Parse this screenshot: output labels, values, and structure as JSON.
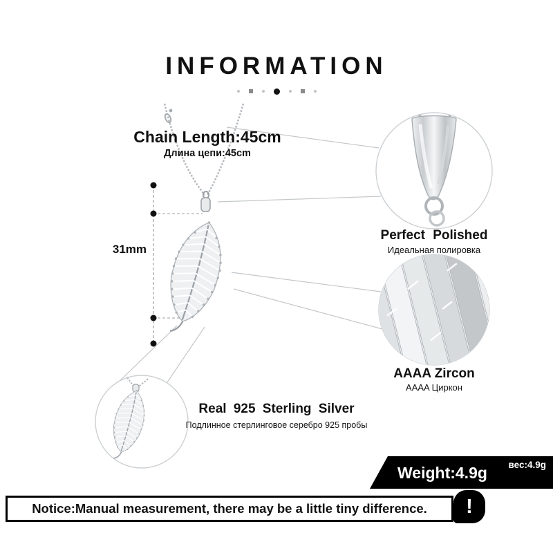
{
  "page": {
    "title": "INFORMATION"
  },
  "measurements": {
    "chain_length_en": "Chain Length:45cm",
    "chain_length_ru": "Длина цепи:45cm",
    "pendant_height": "31mm"
  },
  "features": {
    "polished_en": "Perfect Polished",
    "polished_ru": "Идеальная полировка",
    "zircon_en": "AAAA Zircon",
    "zircon_ru": "AAAA Циркон",
    "silver_en": "Real 925 Sterling Silver",
    "silver_ru": "Подлинное стерлинговое серебро 925 пробы"
  },
  "weight": {
    "en": "Weight:4.9g",
    "ru": "вес:4.9g"
  },
  "notice": {
    "text": "Notice:Manual measurement, there may be a little tiny difference.",
    "icon": "!"
  },
  "colors": {
    "ink": "#111111",
    "metal": "#b5b9bd",
    "guide_line": "#9ba0a4"
  }
}
